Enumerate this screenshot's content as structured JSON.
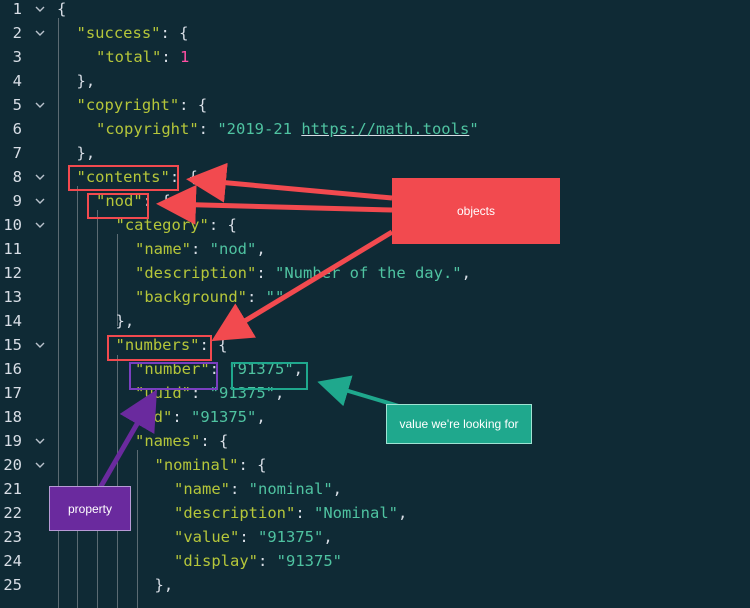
{
  "editor": {
    "lines": [
      {
        "n": "1",
        "fold": true,
        "indent": 0,
        "tokens": [
          {
            "t": "{",
            "c": "punc"
          }
        ]
      },
      {
        "n": "2",
        "fold": true,
        "indent": 1,
        "tokens": [
          {
            "t": "\"success\"",
            "c": "key"
          },
          {
            "t": ": {",
            "c": "punc"
          }
        ]
      },
      {
        "n": "3",
        "fold": false,
        "indent": 2,
        "tokens": [
          {
            "t": "\"total\"",
            "c": "key"
          },
          {
            "t": ": ",
            "c": "punc"
          },
          {
            "t": "1",
            "c": "num"
          }
        ]
      },
      {
        "n": "4",
        "fold": false,
        "indent": 1,
        "tokens": [
          {
            "t": "},",
            "c": "punc"
          }
        ]
      },
      {
        "n": "5",
        "fold": true,
        "indent": 1,
        "tokens": [
          {
            "t": "\"copyright\"",
            "c": "key"
          },
          {
            "t": ": {",
            "c": "punc"
          }
        ]
      },
      {
        "n": "6",
        "fold": false,
        "indent": 2,
        "tokens": [
          {
            "t": "\"copyright\"",
            "c": "key"
          },
          {
            "t": ": ",
            "c": "punc"
          },
          {
            "t": "\"2019-21 ",
            "c": "str"
          },
          {
            "t": "https://math.tools",
            "c": "link"
          },
          {
            "t": "\"",
            "c": "str"
          }
        ]
      },
      {
        "n": "7",
        "fold": false,
        "indent": 1,
        "tokens": [
          {
            "t": "},",
            "c": "punc"
          }
        ]
      },
      {
        "n": "8",
        "fold": true,
        "indent": 1,
        "tokens": [
          {
            "t": "\"contents\"",
            "c": "key"
          },
          {
            "t": ": {",
            "c": "punc"
          }
        ]
      },
      {
        "n": "9",
        "fold": true,
        "indent": 2,
        "tokens": [
          {
            "t": "\"nod\"",
            "c": "key"
          },
          {
            "t": ": {",
            "c": "punc"
          }
        ]
      },
      {
        "n": "10",
        "fold": true,
        "indent": 3,
        "tokens": [
          {
            "t": "\"category\"",
            "c": "key"
          },
          {
            "t": ": {",
            "c": "punc"
          }
        ]
      },
      {
        "n": "11",
        "fold": false,
        "indent": 4,
        "tokens": [
          {
            "t": "\"name\"",
            "c": "key"
          },
          {
            "t": ": ",
            "c": "punc"
          },
          {
            "t": "\"nod\"",
            "c": "str"
          },
          {
            "t": ",",
            "c": "punc"
          }
        ]
      },
      {
        "n": "12",
        "fold": false,
        "indent": 4,
        "tokens": [
          {
            "t": "\"description\"",
            "c": "key"
          },
          {
            "t": ": ",
            "c": "punc"
          },
          {
            "t": "\"Number of the day.\"",
            "c": "str"
          },
          {
            "t": ",",
            "c": "punc"
          }
        ]
      },
      {
        "n": "13",
        "fold": false,
        "indent": 4,
        "tokens": [
          {
            "t": "\"background\"",
            "c": "key"
          },
          {
            "t": ": ",
            "c": "punc"
          },
          {
            "t": "\"\"",
            "c": "str"
          }
        ]
      },
      {
        "n": "14",
        "fold": false,
        "indent": 3,
        "tokens": [
          {
            "t": "},",
            "c": "punc"
          }
        ]
      },
      {
        "n": "15",
        "fold": true,
        "indent": 3,
        "tokens": [
          {
            "t": "\"numbers\"",
            "c": "key"
          },
          {
            "t": ": {",
            "c": "punc"
          }
        ]
      },
      {
        "n": "16",
        "fold": false,
        "indent": 4,
        "tokens": [
          {
            "t": "\"number\"",
            "c": "key"
          },
          {
            "t": ": ",
            "c": "punc"
          },
          {
            "t": "\"91375\"",
            "c": "str"
          },
          {
            "t": ",",
            "c": "punc"
          }
        ]
      },
      {
        "n": "17",
        "fold": false,
        "indent": 4,
        "tokens": [
          {
            "t": "\"uuid\"",
            "c": "key"
          },
          {
            "t": ": ",
            "c": "punc"
          },
          {
            "t": "\"91375\"",
            "c": "str"
          },
          {
            "t": ",",
            "c": "punc"
          }
        ]
      },
      {
        "n": "18",
        "fold": false,
        "indent": 4,
        "tokens": [
          {
            "t": "\"id\"",
            "c": "key"
          },
          {
            "t": ": ",
            "c": "punc"
          },
          {
            "t": "\"91375\"",
            "c": "str"
          },
          {
            "t": ",",
            "c": "punc"
          }
        ]
      },
      {
        "n": "19",
        "fold": true,
        "indent": 4,
        "tokens": [
          {
            "t": "\"names\"",
            "c": "key"
          },
          {
            "t": ": {",
            "c": "punc"
          }
        ]
      },
      {
        "n": "20",
        "fold": true,
        "indent": 5,
        "tokens": [
          {
            "t": "\"nominal\"",
            "c": "key"
          },
          {
            "t": ": {",
            "c": "punc"
          }
        ]
      },
      {
        "n": "21",
        "fold": false,
        "indent": 6,
        "tokens": [
          {
            "t": "\"name\"",
            "c": "key"
          },
          {
            "t": ": ",
            "c": "punc"
          },
          {
            "t": "\"nominal\"",
            "c": "str"
          },
          {
            "t": ",",
            "c": "punc"
          }
        ]
      },
      {
        "n": "22",
        "fold": false,
        "indent": 6,
        "tokens": [
          {
            "t": "\"description\"",
            "c": "key"
          },
          {
            "t": ": ",
            "c": "punc"
          },
          {
            "t": "\"Nominal\"",
            "c": "str"
          },
          {
            "t": ",",
            "c": "punc"
          }
        ]
      },
      {
        "n": "23",
        "fold": false,
        "indent": 6,
        "tokens": [
          {
            "t": "\"value\"",
            "c": "key"
          },
          {
            "t": ": ",
            "c": "punc"
          },
          {
            "t": "\"91375\"",
            "c": "str"
          },
          {
            "t": ",",
            "c": "punc"
          }
        ]
      },
      {
        "n": "24",
        "fold": false,
        "indent": 6,
        "tokens": [
          {
            "t": "\"display\"",
            "c": "key"
          },
          {
            "t": ": ",
            "c": "punc"
          },
          {
            "t": "\"91375\"",
            "c": "str"
          }
        ]
      },
      {
        "n": "25",
        "fold": false,
        "indent": 5,
        "tokens": [
          {
            "t": "},",
            "c": "punc"
          }
        ]
      }
    ]
  },
  "annotations": {
    "objects_label": "objects",
    "value_label": "value we're looking for",
    "property_label": "property"
  },
  "colors": {
    "background": "#0f2a35",
    "key": "#b5c63a",
    "string": "#4fc3a1",
    "number": "#ff4fa3",
    "objects_callout": "#f24a4f",
    "value_callout": "#1fa88d",
    "property_callout": "#6a2a9e"
  },
  "icons": {
    "fold": "chevron-down-icon"
  }
}
